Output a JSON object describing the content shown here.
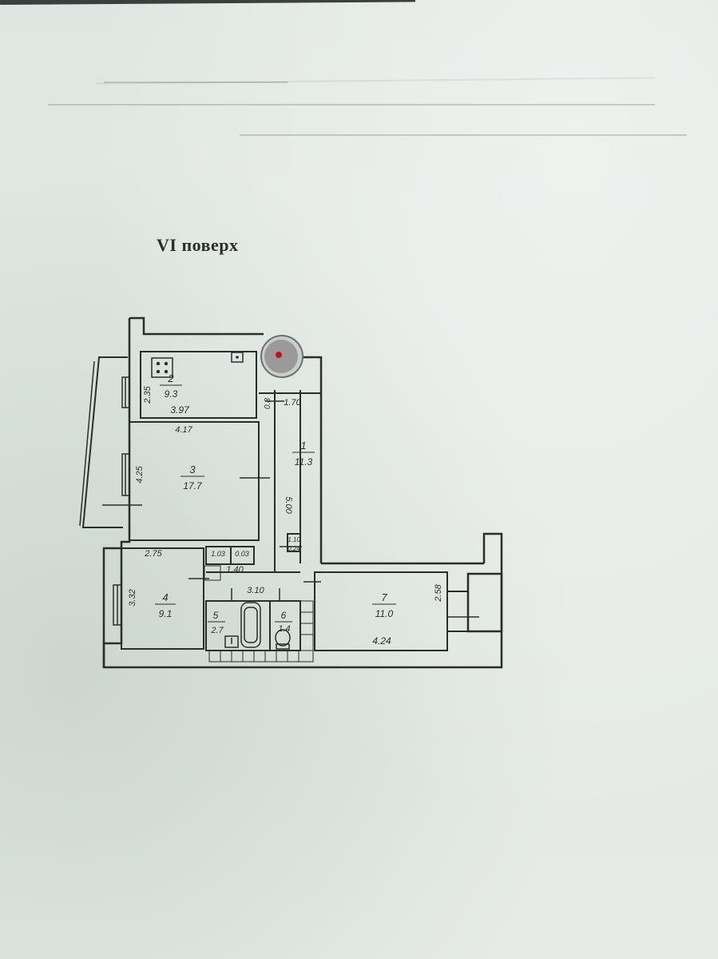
{
  "title": "VI поверх",
  "rooms": [
    {
      "number": "1",
      "area": "11.3"
    },
    {
      "number": "2",
      "area": "9.3"
    },
    {
      "number": "3",
      "area": "17.7"
    },
    {
      "number": "4",
      "area": "9.1"
    },
    {
      "number": "5",
      "area": "2.7"
    },
    {
      "number": "6",
      "area": "1.4"
    },
    {
      "number": "7",
      "area": "11.0"
    }
  ],
  "dimensions": {
    "kitchen_width": "3.97",
    "kitchen_height": "2.35",
    "small_a": "0.8",
    "corridor_top": "1.70",
    "room3_width": "4.17",
    "room3_height": "4.25",
    "corridor_length": "5.00",
    "room4_width": "2.75",
    "room4_height": "3.32",
    "closet_a": "1.03",
    "closet_b": "0.03",
    "hall_width": "1.40",
    "bath_width": "3.10",
    "niche_a": "1.10",
    "niche_b": "0.24",
    "room7_height": "2.58",
    "room7_width": "4.24"
  },
  "colors": {
    "paper": "#e3e9e4",
    "ink": "#2a2d2c",
    "marker_fill": "#9a9a9a",
    "marker_dot": "#c8101a"
  },
  "icons": [
    "stove-icon",
    "bathtub-icon",
    "toilet-icon",
    "location-marker-icon"
  ]
}
